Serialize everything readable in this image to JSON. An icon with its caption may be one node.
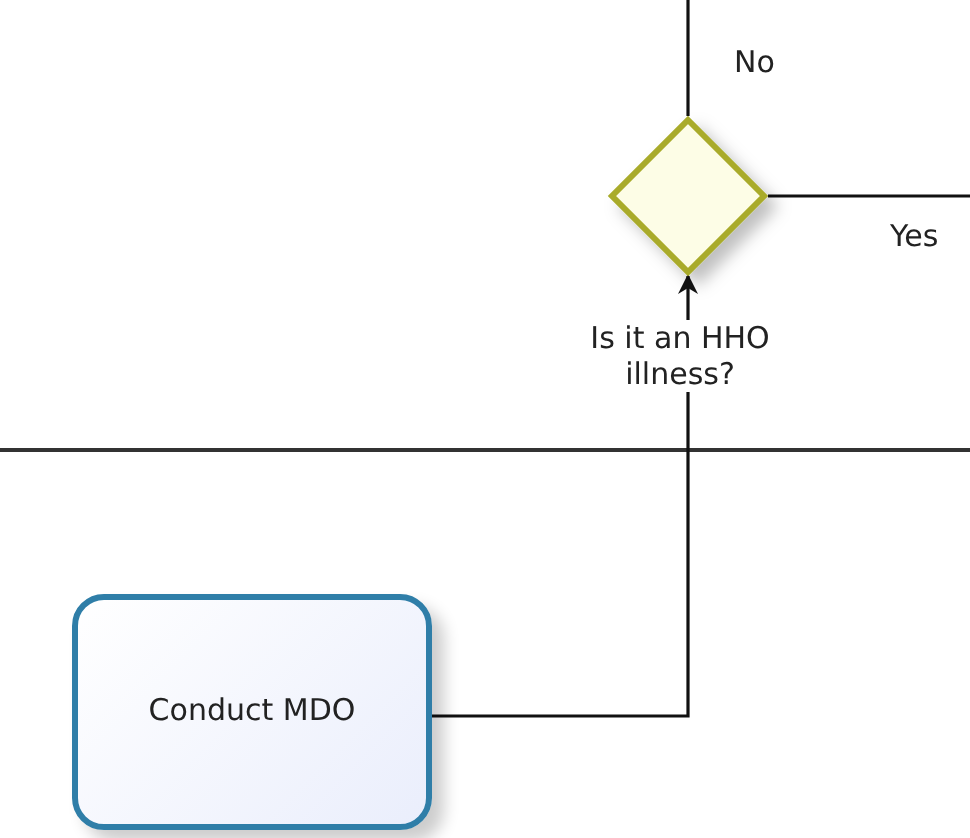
{
  "diagram": {
    "nodes": [
      {
        "text": [],
        "shape": "diamond",
        "beside": [
          "Is it an HHO illness?"
        ]
      },
      {
        "text": [
          "Conduct MDO"
        ]
      }
    ],
    "edges": [
      {
        "from": 1,
        "to": 0,
        "arrow": "to"
      },
      {
        "from": 0,
        "to": null,
        "arrow": "none",
        "label": "No"
      },
      {
        "from": 0,
        "to": null,
        "arrow": "none",
        "label": "Yes"
      }
    ]
  }
}
